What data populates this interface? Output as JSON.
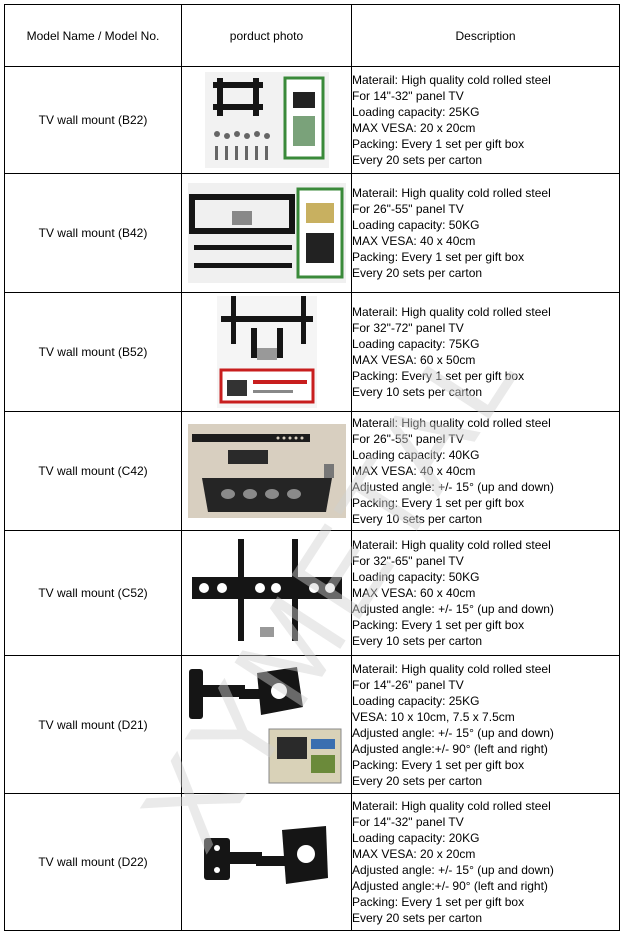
{
  "header": {
    "model": "Model Name / Model No.",
    "photo": "porduct photo",
    "description": "Description"
  },
  "watermark": "XYMETAL",
  "rows": [
    {
      "model": "TV wall mount (B22)",
      "photo_icon": "fixed-wall-mount-kit-photo",
      "lines": [
        "Materail: High quality cold rolled steel",
        "For 14\"-32\" panel TV",
        "Loading capacity: 25KG",
        "MAX VESA: 20 x 20cm",
        "Packing: Every 1 set per gift box",
        "Every 20 sets per carton"
      ]
    },
    {
      "model": "TV wall mount (B42)",
      "photo_icon": "fixed-wall-mount-kit-photo",
      "lines": [
        "Materail: High quality cold rolled steel",
        "For 26\"-55\"  panel TV",
        "Loading capacity: 50KG",
        "MAX VESA: 40 x 40cm",
        "Packing: Every 1 set per gift box",
        "Every 20 sets per carton"
      ]
    },
    {
      "model": "TV wall mount (B52)",
      "photo_icon": "fixed-wall-mount-kit-photo",
      "lines": [
        "Materail: High quality cold rolled steel",
        "For 32\"-72\"  panel TV",
        "Loading capacity: 75KG",
        "MAX VESA: 60 x 50cm",
        "Packing: Every 1 set per gift box",
        "Every 10 sets per carton"
      ]
    },
    {
      "model": "TV wall mount (C42)",
      "photo_icon": "tilting-wall-mount-photo",
      "lines": [
        "Materail: High quality cold rolled steel",
        "For 26\"-55\" panel TV",
        "Loading capacity: 40KG",
        "MAX VESA: 40 x 40cm",
        "Adjusted angle: +/- 15° (up and down)",
        "Packing: Every 1 set per gift box",
        "Every 10 sets per carton"
      ]
    },
    {
      "model": "TV wall mount (C52)",
      "photo_icon": "tilting-wall-mount-photo",
      "lines": [
        "Materail: High quality cold rolled steel",
        "For 32\"-65\" panel TV",
        "Loading capacity: 50KG",
        "MAX VESA: 60 x 40cm",
        "Adjusted angle: +/- 15° (up and down)",
        "Packing: Every 1 set per gift box",
        "Every 10 sets per carton"
      ]
    },
    {
      "model": "TV wall mount (D21)",
      "photo_icon": "articulating-arm-mount-photo",
      "lines": [
        "Materail: High quality cold rolled steel",
        "For 14\"-26\" panel TV",
        "Loading capacity: 25KG",
        "VESA: 10 x 10cm, 7.5 x 7.5cm",
        "Adjusted angle: +/- 15° (up and down)",
        "Adjusted angle:+/- 90° (left and right)",
        "Packing: Every 1 set per gift box",
        "Every 20 sets per carton"
      ]
    },
    {
      "model": "TV wall mount (D22)",
      "photo_icon": "articulating-arm-mount-photo",
      "lines": [
        "Materail: High quality cold rolled steel",
        "For 14\"-32\" panel TV",
        "Loading capacity: 20KG",
        "MAX VESA: 20 x 20cm",
        "Adjusted angle: +/- 15° (up and down)",
        "Adjusted angle:+/- 90° (left and right)",
        "Packing: Every 1 set per gift box",
        "Every 20 sets per carton"
      ]
    }
  ]
}
